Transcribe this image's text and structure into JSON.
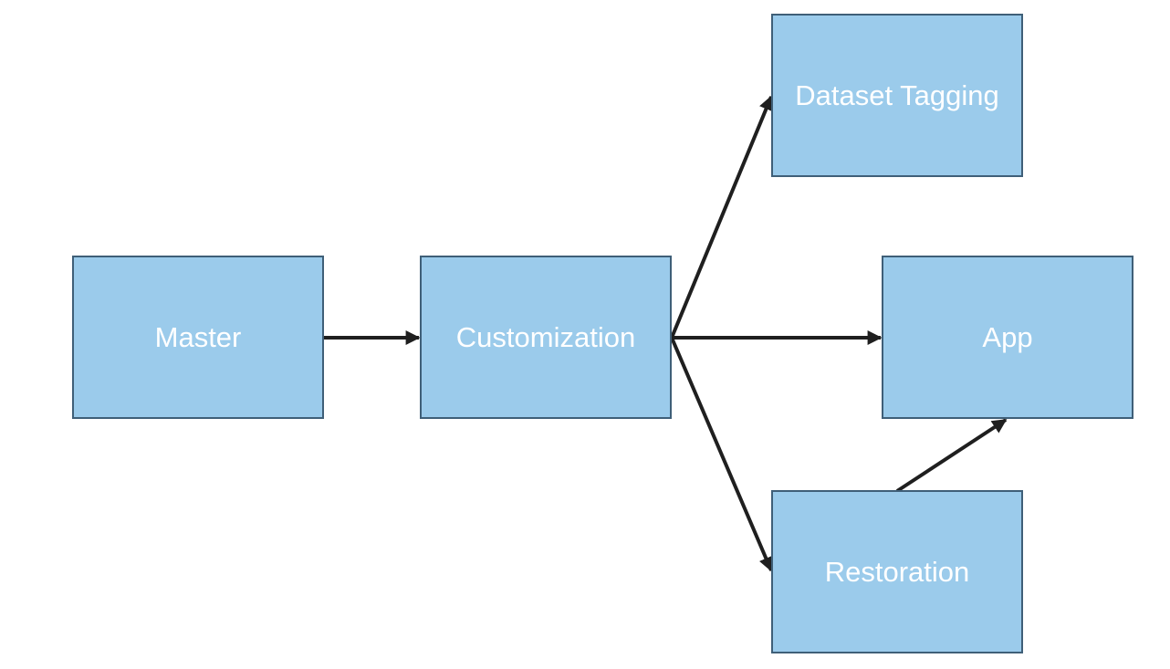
{
  "nodes": {
    "master": {
      "label": "Master"
    },
    "customization": {
      "label": "Customization"
    },
    "dataset_tagging": {
      "label": "Dataset Tagging"
    },
    "app": {
      "label": "App"
    },
    "restoration": {
      "label": "Restoration"
    }
  },
  "edges": [
    {
      "from": "Master",
      "to": "Customization"
    },
    {
      "from": "Customization",
      "to": "Dataset Tagging"
    },
    {
      "from": "Customization",
      "to": "App"
    },
    {
      "from": "Customization",
      "to": "Restoration"
    },
    {
      "from": "Restoration",
      "to": "App"
    }
  ],
  "colors": {
    "node_fill": "#9bcbeb",
    "node_border": "#3f5f78",
    "node_text": "#ffffff",
    "arrow": "#1f1f1f"
  }
}
